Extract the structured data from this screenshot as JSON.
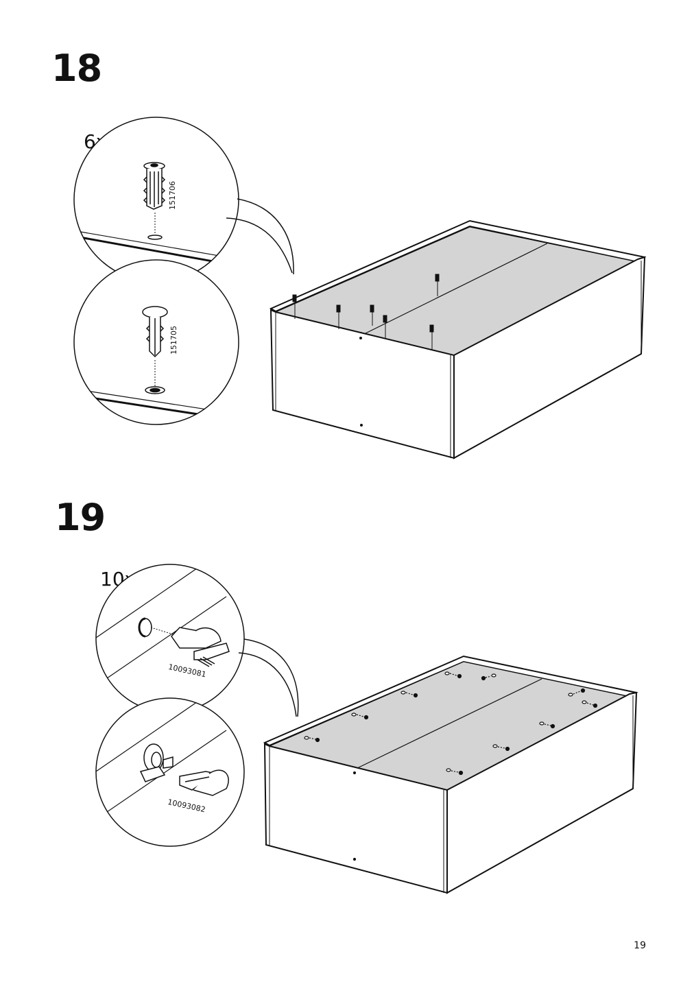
{
  "steps": [
    {
      "number": "18",
      "quantity": "6x",
      "parts": [
        "151706",
        "151705"
      ]
    },
    {
      "number": "19",
      "quantity": "10x",
      "parts": [
        "10093081",
        "10093082"
      ]
    }
  ],
  "page_number": "19",
  "colors": {
    "line": "#111111",
    "panel_fill": "#d4d4d4",
    "background": "#ffffff"
  }
}
